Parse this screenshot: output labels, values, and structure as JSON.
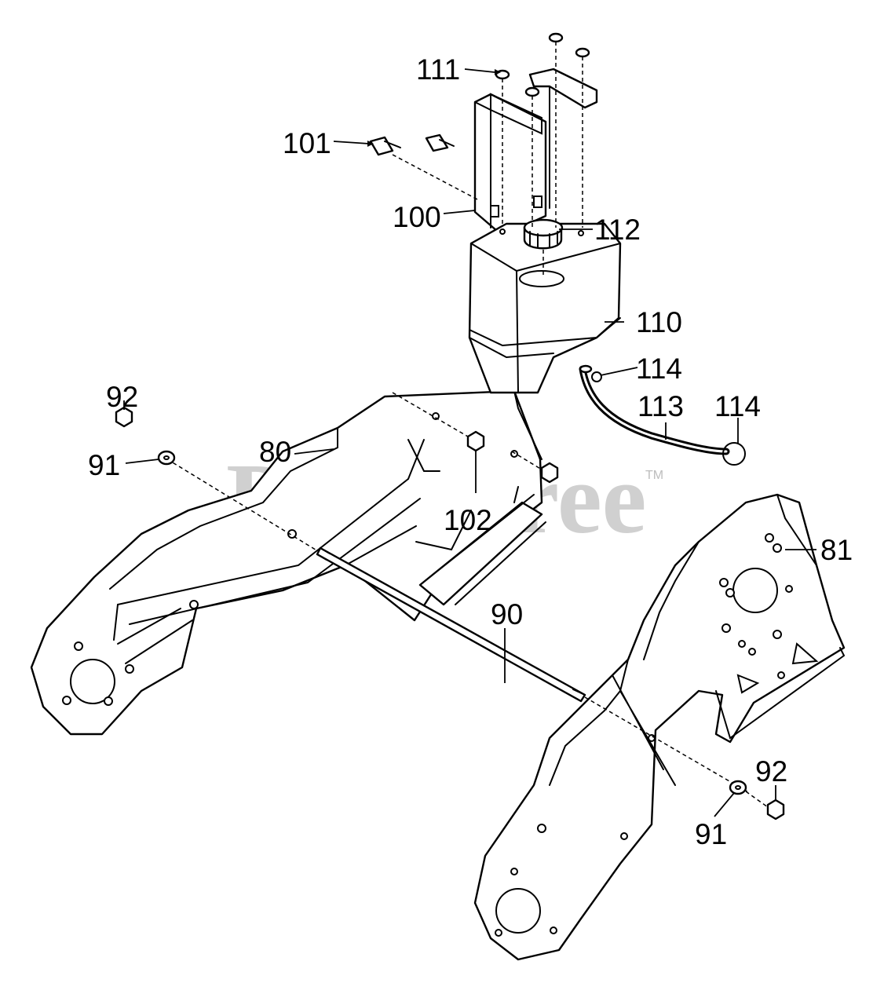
{
  "watermark": {
    "text": "PartsTree",
    "trademark": "TM",
    "color": "#c8c8c8"
  },
  "callouts": {
    "c111": "111",
    "c101": "101",
    "c100": "100",
    "c112": "112",
    "c110": "110",
    "c114a": "114",
    "c113": "113",
    "c114b": "114",
    "c92a": "92",
    "c91a": "91",
    "c80": "80",
    "c102": "102",
    "c81": "81",
    "c90": "90",
    "c92b": "92",
    "c91b": "91"
  }
}
